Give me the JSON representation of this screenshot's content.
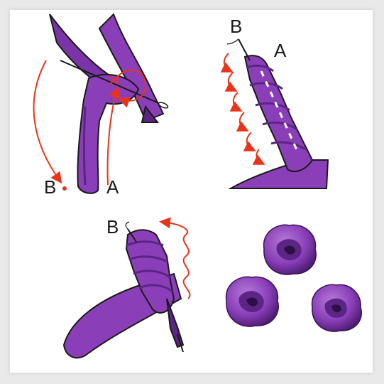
{
  "colors": {
    "fabric": "#8a3fb8",
    "fabric_dark": "#5b2485",
    "fabric_light": "#b57ad9",
    "outline": "#1a1a1a",
    "arrow": "#e8341c",
    "background": "#e9e9e9",
    "panel": "#ffffff"
  },
  "steps": [
    {
      "id": "step1",
      "labels": {
        "a": "A",
        "b": "B"
      }
    },
    {
      "id": "step2",
      "labels": {
        "a": "A",
        "b": "B"
      }
    },
    {
      "id": "step3",
      "labels": {
        "b": "B"
      }
    },
    {
      "id": "step4",
      "labels": {}
    }
  ],
  "icons": [
    "needle-icon",
    "fabric-strip",
    "rosette"
  ]
}
